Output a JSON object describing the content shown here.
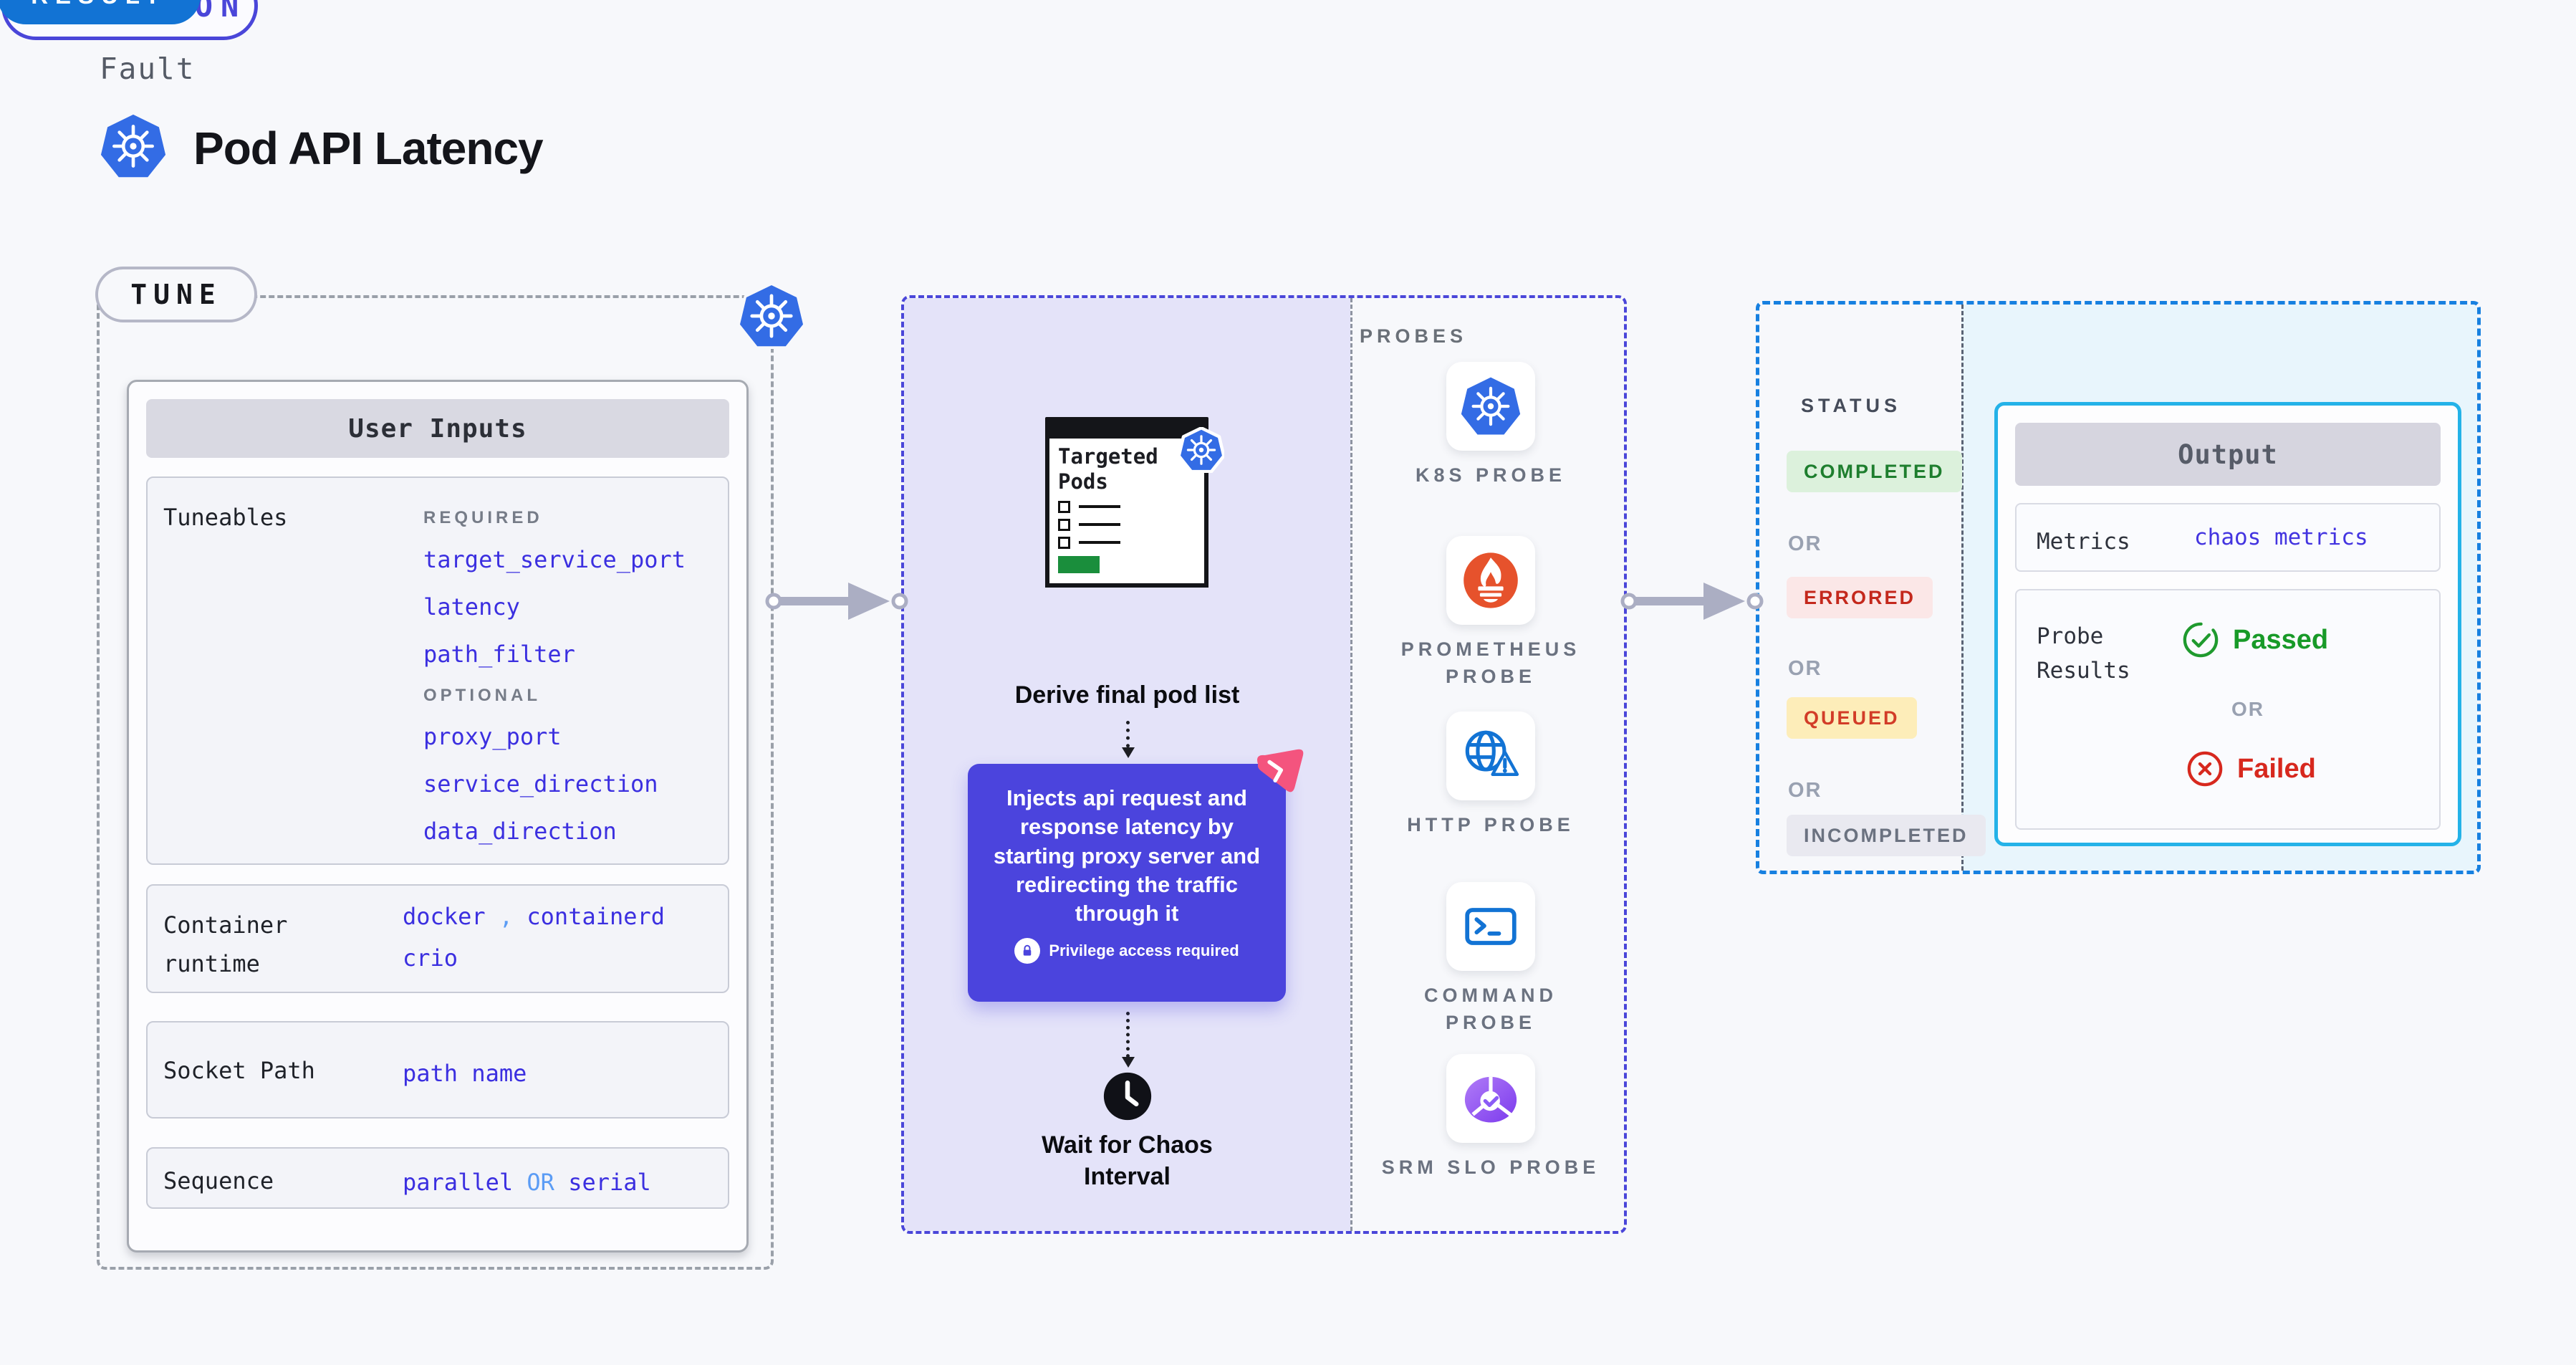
{
  "header": {
    "eyebrow": "Fault",
    "title": "Pod API Latency"
  },
  "tune": {
    "pill": "TUNE",
    "user_inputs_title": "User Inputs",
    "tuneables_label": "Tuneables",
    "required_label": "REQUIRED",
    "required_values": [
      "target_service_port",
      "latency",
      "path_filter"
    ],
    "optional_label": "OPTIONAL",
    "optional_values": [
      "proxy_port",
      "service_direction",
      "data_direction"
    ],
    "container_runtime_label": "Container runtime",
    "container_runtime_values": [
      "docker",
      "containerd",
      "crio"
    ],
    "comma": ",",
    "socket_path_label": "Socket Path",
    "socket_path_value": "path name",
    "sequence_label": "Sequence",
    "sequence_value_a": "parallel",
    "sequence_or": "OR",
    "sequence_value_b": "serial"
  },
  "execution": {
    "pill": "EXECUTION",
    "clipboard_title": "Targeted Pods",
    "derive_step": "Derive final pod list",
    "inject_step": "Injects api request and response latency by starting proxy server and redirecting the traffic through it",
    "privilege_note": "Privilege access required",
    "wait_step": "Wait for Chaos Interval"
  },
  "probes": {
    "label": "PROBES",
    "items": [
      {
        "name": "K8S PROBE",
        "icon": "kubernetes-icon"
      },
      {
        "name": "PROMETHEUS PROBE",
        "icon": "prometheus-icon"
      },
      {
        "name": "HTTP PROBE",
        "icon": "http-globe-warning-icon"
      },
      {
        "name": "COMMAND PROBE",
        "icon": "terminal-icon"
      },
      {
        "name": "SRM SLO PROBE",
        "icon": "slo-pie-check-icon"
      }
    ]
  },
  "result": {
    "pill": "RESULT",
    "status_label": "STATUS",
    "or": "OR",
    "badges": [
      {
        "text": "COMPLETED",
        "fg": "#1e7e2e",
        "bg": "#dcf1dc"
      },
      {
        "text": "ERRORED",
        "fg": "#c4281c",
        "bg": "#fbe7e7"
      },
      {
        "text": "QUEUED",
        "fg": "#d23c28",
        "bg": "#fdedb9"
      },
      {
        "text": "INCOMPLETED",
        "fg": "#6b7280",
        "bg": "#e9e9f0"
      }
    ],
    "output": {
      "title": "Output",
      "metrics_label": "Metrics",
      "metrics_value": "chaos metrics",
      "probe_results_label": "Probe Results",
      "passed": "Passed",
      "or": "OR",
      "failed": "Failed"
    }
  },
  "colors": {
    "accent_indigo": "#4a46d9",
    "value_blue": "#3b2fe0",
    "token_light_blue": "#5b9cf5",
    "result_blue": "#1273d4",
    "output_border_cyan": "#24b2e8",
    "passed_green": "#189a28",
    "failed_red": "#d7281e",
    "inject_purple": "#4b44dd",
    "execution_lavender": "#e4e3f9",
    "chaos_pink": "#f4547e",
    "kubernetes_blue": "#336ce5"
  }
}
